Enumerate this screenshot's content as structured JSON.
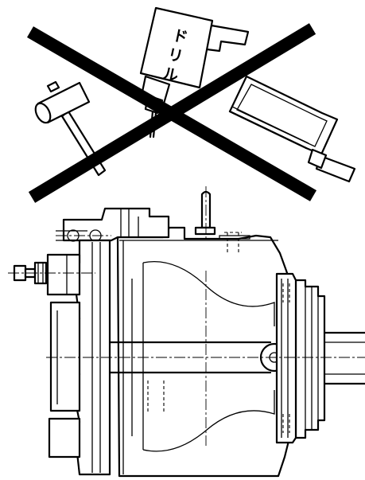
{
  "drill": {
    "label_chars": [
      "ド",
      "リ",
      "ル"
    ]
  },
  "colors": {
    "line": "#000000",
    "background": "#ffffff"
  },
  "icons": [
    "hammer-icon",
    "drill-icon",
    "hacksaw-icon",
    "prohibition-cross-icon",
    "hydraulic-pump-drawing"
  ]
}
